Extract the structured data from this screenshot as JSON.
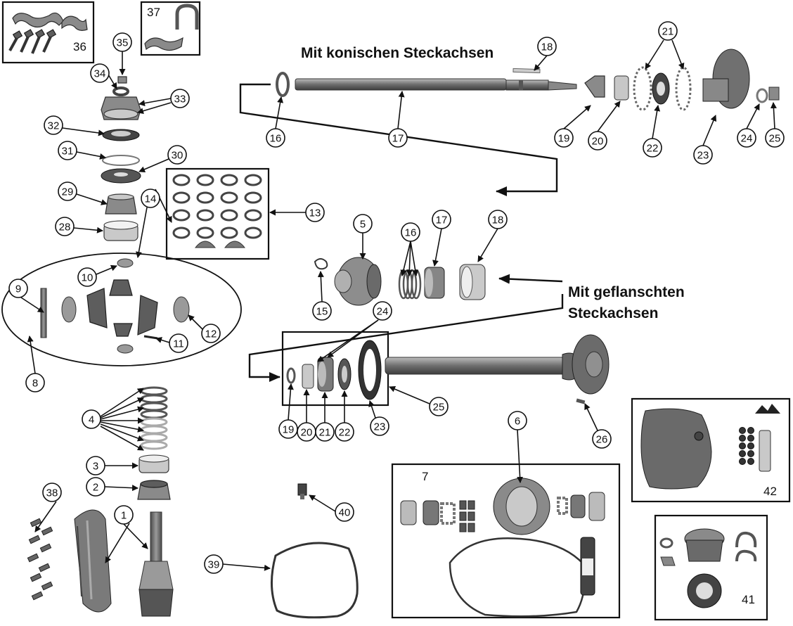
{
  "headings": {
    "tapered": "Mit konischen Steckachsen",
    "flanged_line1": "Mit geflanschten",
    "flanged_line2": "Steckachsen"
  },
  "box_numbers": {
    "b36": "36",
    "b37": "37",
    "b7": "7",
    "b42": "42",
    "b41": "41"
  },
  "callouts": {
    "c1": "1",
    "c2": "2",
    "c3": "3",
    "c4": "4",
    "c5": "5",
    "c6": "6",
    "c8": "8",
    "c9": "9",
    "c10": "10",
    "c11": "11",
    "c12": "12",
    "c13": "13",
    "c14": "14",
    "c15": "15",
    "c16a": "16",
    "c16b": "16",
    "c17a": "17",
    "c17b": "17",
    "c18a": "18",
    "c18b": "18",
    "c19a": "19",
    "c19b": "19",
    "c20a": "20",
    "c20b": "20",
    "c21a": "21",
    "c21b": "21",
    "c22a": "22",
    "c22b": "22",
    "c23a": "23",
    "c23b": "23",
    "c24a": "24",
    "c24b": "24",
    "c25a": "25",
    "c25b": "25",
    "c26": "26",
    "c28": "28",
    "c29": "29",
    "c30": "30",
    "c31": "31",
    "c32": "32",
    "c33": "33",
    "c34": "34",
    "c35": "35",
    "c38": "38",
    "c39": "39",
    "c40": "40"
  },
  "colors": {
    "line": "#111111",
    "part_mid": "#8a8a8a",
    "part_dark": "#5d5d5d",
    "part_light": "#c9c9c9",
    "background": "#ffffff"
  }
}
